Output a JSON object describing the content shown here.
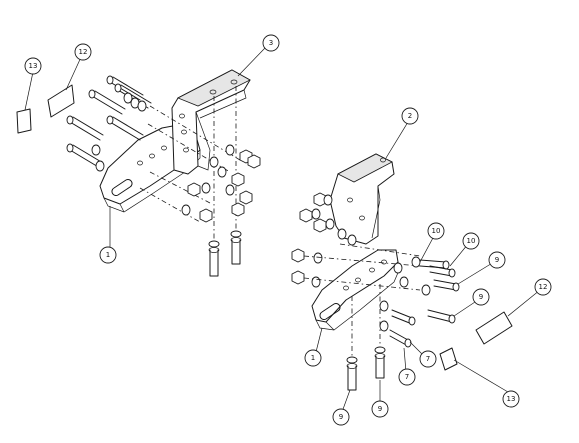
{
  "callouts": {
    "c3": "3",
    "c2": "2",
    "c1_left": "1",
    "c1_right": "1",
    "c12_left": "12",
    "c12_right": "12",
    "c13_left": "13",
    "c13_right": "13",
    "c10_a": "10",
    "c10_b": "10",
    "c9_a": "9",
    "c9_b": "9",
    "c9_c": "9",
    "c9_d": "9",
    "c7_a": "7",
    "c7_b": "7"
  }
}
